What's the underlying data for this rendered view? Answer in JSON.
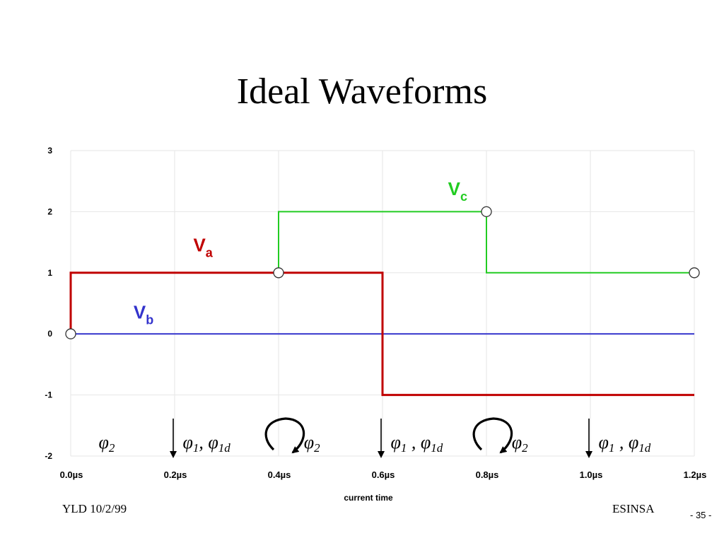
{
  "slide": {
    "title": "Ideal Waveforms",
    "footer_left": "YLD 10/2/99",
    "footer_center": "ESINSA",
    "page_number": "- 35 -"
  },
  "chart_data": {
    "type": "line",
    "xlabel": "current time",
    "ylabel": "",
    "xlim": [
      0.0,
      1.2
    ],
    "ylim": [
      -2,
      3
    ],
    "x_ticks": [
      "0.0µs",
      "0.2µs",
      "0.4µs",
      "0.6µs",
      "0.8µs",
      "1.0µs",
      "1.2µs"
    ],
    "x_tick_values": [
      0.0,
      0.2,
      0.4,
      0.6,
      0.8,
      1.0,
      1.2
    ],
    "y_ticks": [
      3,
      2,
      1,
      0,
      -1,
      -2
    ],
    "grid": true,
    "series": [
      {
        "name": "Va",
        "label_main": "V",
        "label_sub": "a",
        "color": "#c00000",
        "step": true,
        "x": [
          0.0,
          0.0,
          0.6,
          0.6,
          1.2
        ],
        "y": [
          0,
          1,
          1,
          -1,
          -1
        ]
      },
      {
        "name": "Vb",
        "label_main": "V",
        "label_sub": "b",
        "color": "#3333cc",
        "step": true,
        "x": [
          0.0,
          1.2
        ],
        "y": [
          0,
          0
        ]
      },
      {
        "name": "Vc",
        "label_main": "V",
        "label_sub": "c",
        "color": "#22cc22",
        "step": true,
        "x": [
          0.0,
          0.0,
          0.4,
          0.4,
          0.8,
          0.8,
          1.2
        ],
        "y": [
          0,
          1,
          1,
          2,
          2,
          1,
          1
        ]
      }
    ],
    "markers": [
      {
        "x": 0.0,
        "y": 0
      },
      {
        "x": 0.4,
        "y": 1
      },
      {
        "x": 0.8,
        "y": 2
      },
      {
        "x": 1.2,
        "y": 1
      }
    ],
    "phase_annotations": [
      {
        "x": 0.07,
        "main": "φ",
        "sub": "2"
      },
      {
        "x": 0.27,
        "main": "φ",
        "sub": "1",
        "main2": ", φ",
        "sub2": "1d"
      },
      {
        "x": 0.465,
        "main": "φ",
        "sub": "2"
      },
      {
        "x": 0.67,
        "main": "φ",
        "sub": "1",
        "main2": " , φ",
        "sub2": "1d"
      },
      {
        "x": 0.865,
        "main": "φ",
        "sub": "2"
      },
      {
        "x": 1.07,
        "main": "φ",
        "sub": "1",
        "main2": " , φ",
        "sub2": "1d"
      }
    ],
    "clock_edge_arrows_x": [
      0.2,
      0.6,
      1.0
    ],
    "loop_arrows_x": [
      0.4,
      0.8
    ]
  }
}
